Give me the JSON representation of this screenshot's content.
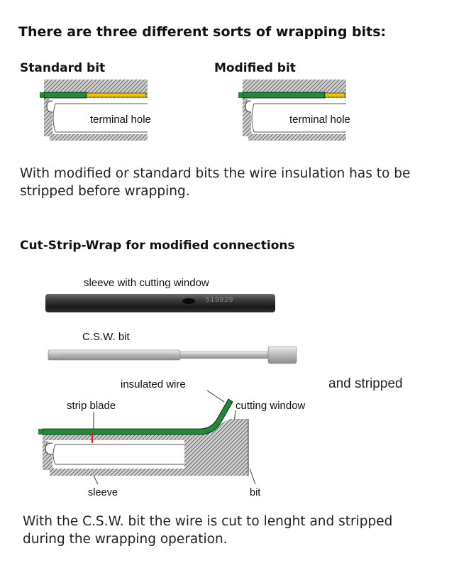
{
  "heading": "There are three different sorts of wrapping bits:",
  "standard": {
    "title": "Standard bit",
    "label": "terminal hole"
  },
  "modified": {
    "title": "Modified bit",
    "label": "terminal hole"
  },
  "paragraph1": "With modified or standard bits the wire insulation has to be stripped before wrapping.",
  "csw_title": "Cut-Strip-Wrap for modified connections",
  "sleeve_label": "sleeve with cutting window",
  "sleeve_marking": "519929",
  "csw_bit_label": "C.S.W. bit",
  "diagram": {
    "insulated_wire": "insulated wire",
    "and_stripped": "and stripped",
    "strip_blade": "strip blade",
    "cutting_window": "cutting window",
    "sleeve": "sleeve",
    "bit": "bit"
  },
  "paragraph2": "With the C.S.W. bit the wire is cut to lenght and stripped during the wrapping operation.",
  "colors": {
    "wire_green": "#1f8a3a",
    "conductor_yellow": "#f2c200",
    "blade_red": "#e0201a",
    "hatch": "#6a6a6a"
  }
}
